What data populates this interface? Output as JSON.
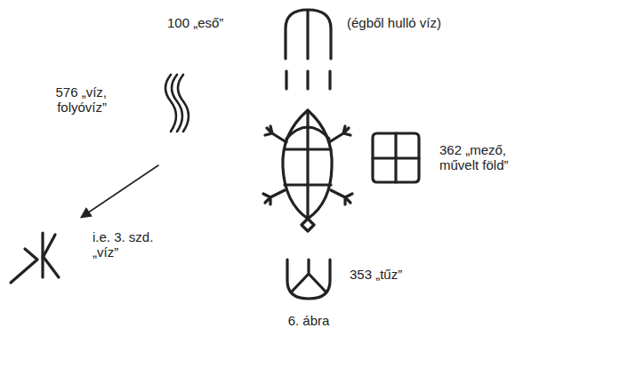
{
  "diagram": {
    "caption": "6. ábra",
    "labels": [
      "100 „eső”",
      "(égből hulló víz)",
      "576 „víz, folyóvíz”",
      "362 „mező, művelt föld”",
      "i.e. 3. szd. „víz”",
      "353 „tűz”"
    ]
  }
}
